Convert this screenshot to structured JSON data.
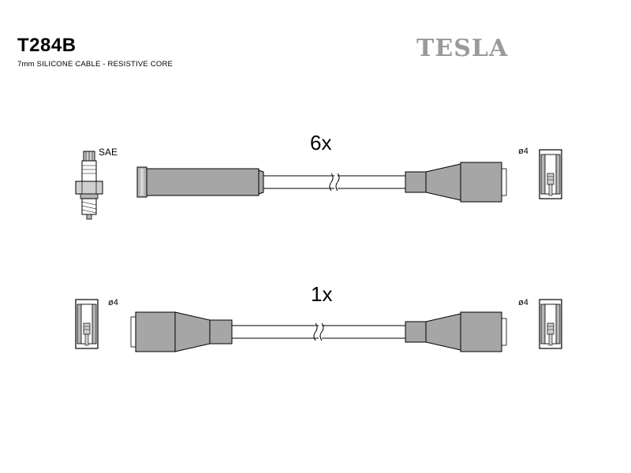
{
  "header": {
    "part_number": "T284B",
    "subtitle": "7mm SILICONE CABLE - RESISTIVE CORE",
    "brand": "TESLA"
  },
  "cable_top": {
    "quantity": "6x",
    "left_end_label": "SAE",
    "right_end_label": "ø4"
  },
  "cable_bottom": {
    "quantity": "1x",
    "left_end_label": "ø4",
    "right_end_label": "ø4"
  }
}
